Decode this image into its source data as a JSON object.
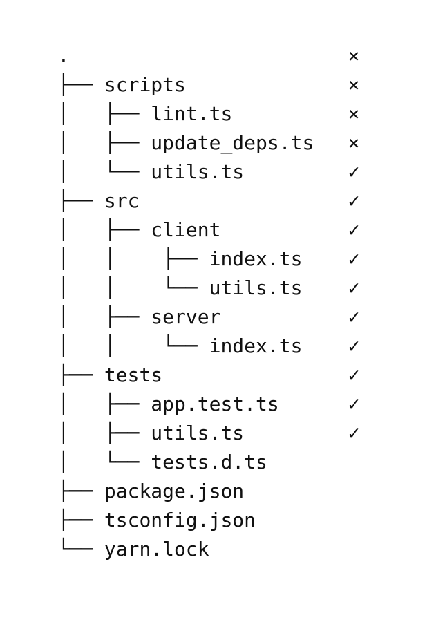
{
  "tree": {
    "root": ".",
    "rows": [
      {
        "prefix": "├── ",
        "name": "scripts",
        "status": "×"
      },
      {
        "prefix": "│   ├── ",
        "name": "lint.ts",
        "status": "×"
      },
      {
        "prefix": "│   ├── ",
        "name": "update_deps.ts",
        "status": "×"
      },
      {
        "prefix": "│   └── ",
        "name": "utils.ts",
        "status": "×"
      },
      {
        "prefix": "├── ",
        "name": "src",
        "status": "✓"
      },
      {
        "prefix": "│   ├── ",
        "name": "client",
        "status": "✓"
      },
      {
        "prefix": "│   │    ├── ",
        "name": "index.ts",
        "status": "✓"
      },
      {
        "prefix": "│   │    └── ",
        "name": "utils.ts",
        "status": "✓"
      },
      {
        "prefix": "│   ├── ",
        "name": "server",
        "status": "✓"
      },
      {
        "prefix": "│   │    └── ",
        "name": "index.ts",
        "status": "✓"
      },
      {
        "prefix": "├── ",
        "name": "tests",
        "status": "✓"
      },
      {
        "prefix": "│   ├── ",
        "name": "app.test.ts",
        "status": "✓"
      },
      {
        "prefix": "│   ├── ",
        "name": "utils.ts",
        "status": "✓"
      },
      {
        "prefix": "│   └── ",
        "name": "tests.d.ts",
        "status": "✓"
      },
      {
        "prefix": "├── ",
        "name": "package.json",
        "status": ""
      },
      {
        "prefix": "├── ",
        "name": "tsconfig.json",
        "status": ""
      },
      {
        "prefix": "└── ",
        "name": "yarn.lock",
        "status": ""
      }
    ]
  }
}
